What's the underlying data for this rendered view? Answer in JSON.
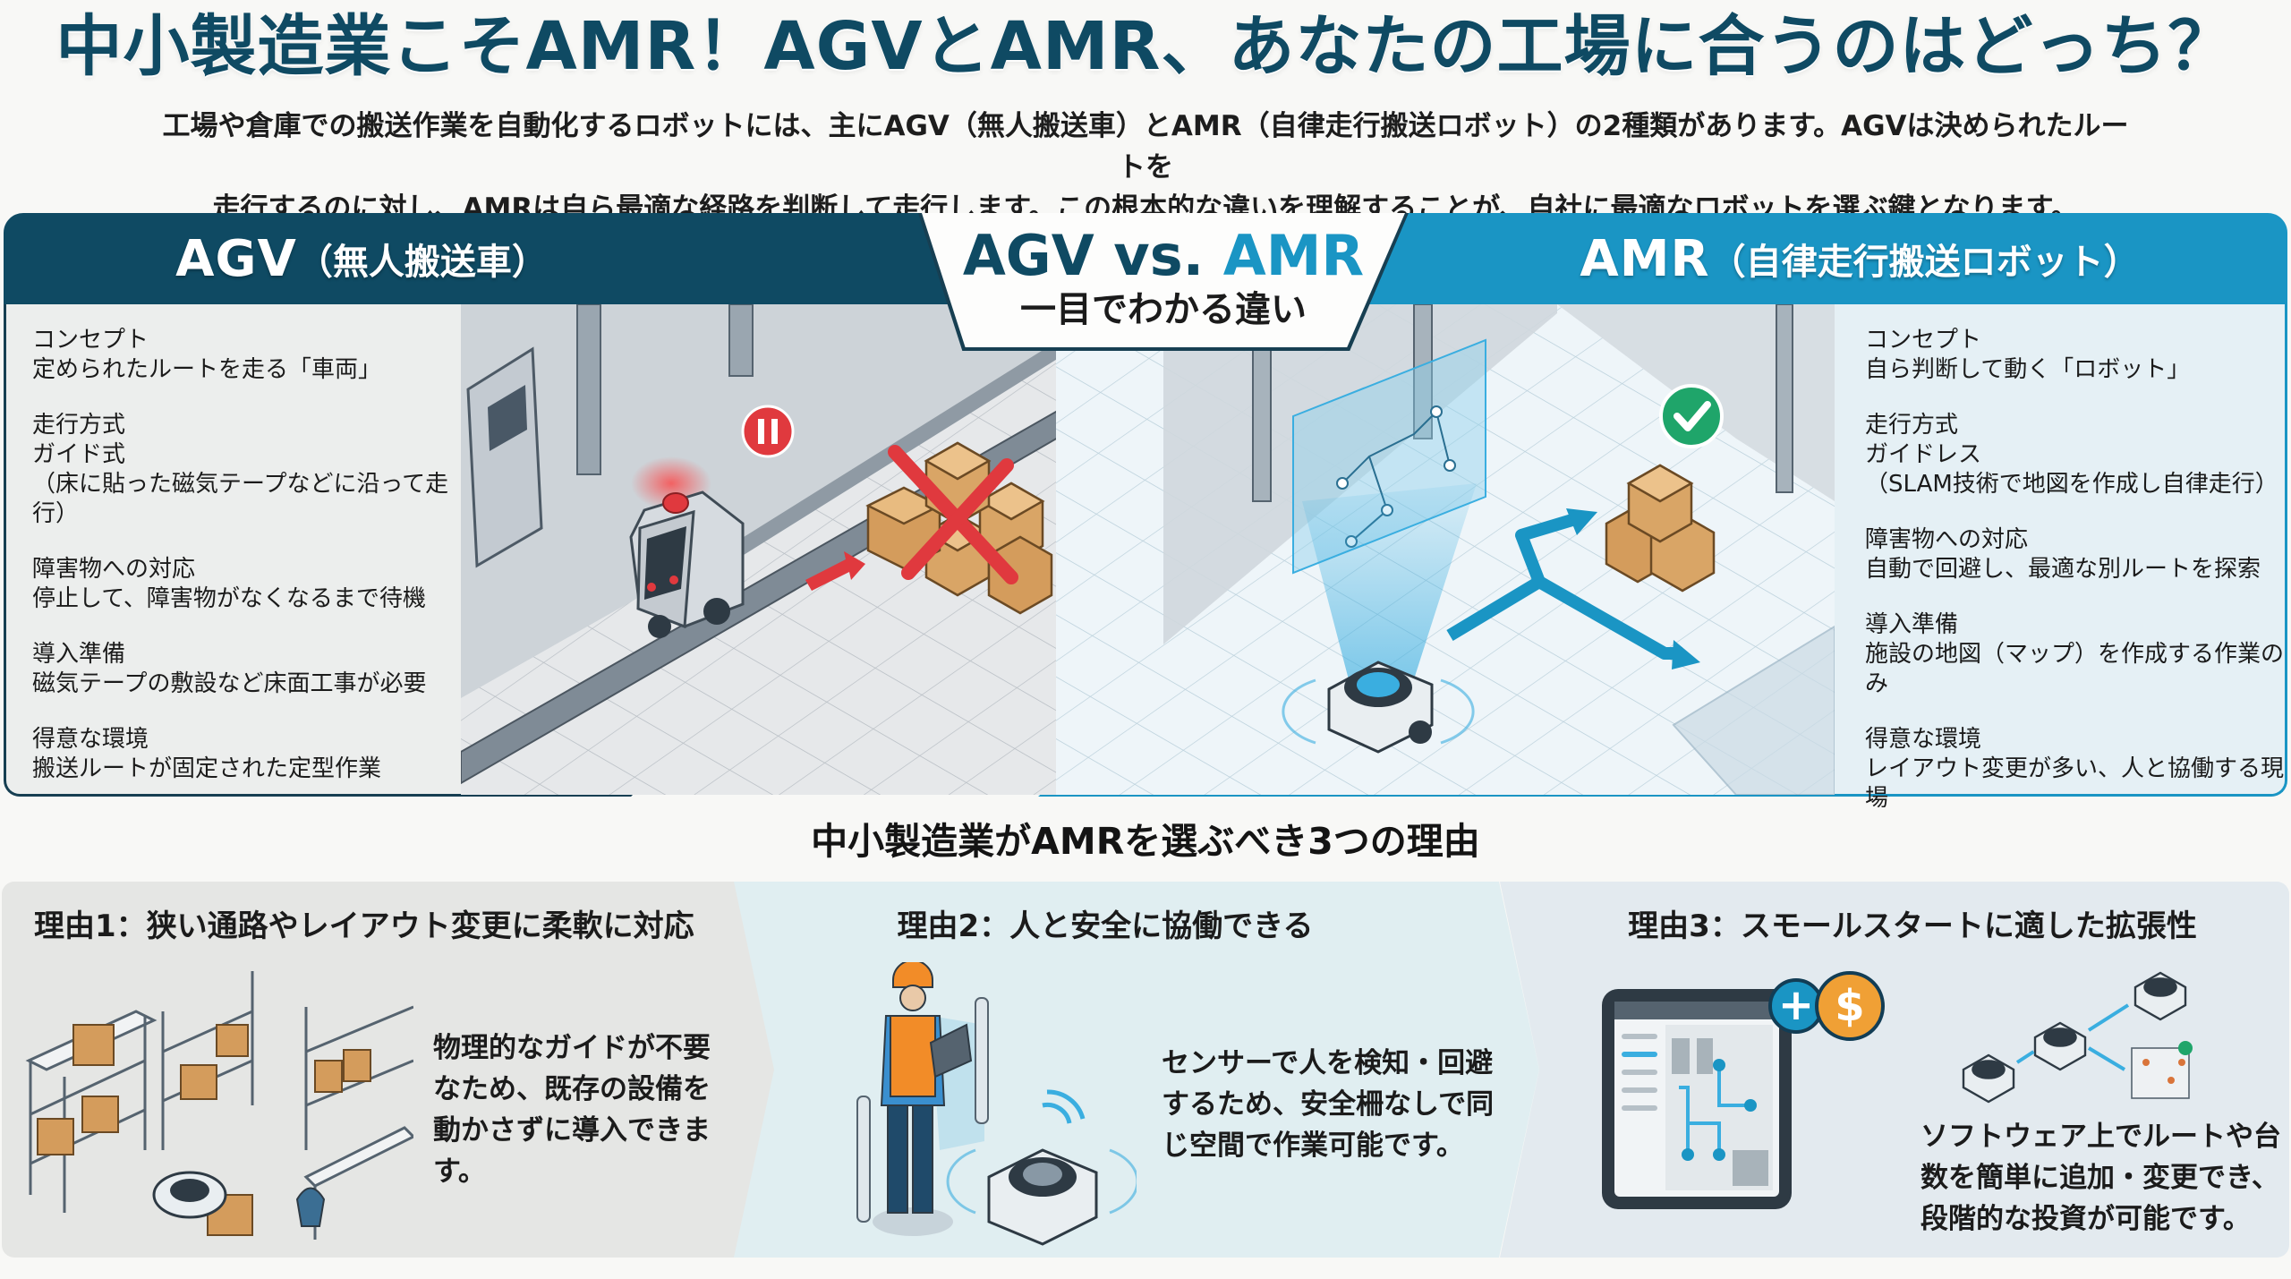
{
  "title": "中小製造業こそAMR！AGVとAMR、あなたの工場に合うのはどっち？",
  "intro": {
    "line1": "工場や倉庫での搬送作業を自動化するロボットには、主にAGV（無人搬送車）とAMR（自律走行搬送ロボット）の2種類があります。AGVは決められたルートを",
    "line2": "走行するのに対し、AMRは自ら最適な経路を判断して走行します。この根本的な違いを理解することが、自社に最適なロボットを選ぶ鍵となります。"
  },
  "compare": {
    "badge": {
      "agv": "AGV",
      "vs": " vs. ",
      "amr": "AMR",
      "subtitle": "一目でわかる違い"
    },
    "agv": {
      "header_main": "AGV",
      "header_sub": "（無人搬送車）",
      "specs": [
        {
          "label": "コンセプト",
          "lines": [
            "定められたルートを走る「車両」"
          ]
        },
        {
          "label": "走行方式",
          "lines": [
            "ガイド式",
            "（床に貼った磁気テープなどに沿って走行）"
          ]
        },
        {
          "label": "障害物への対応",
          "lines": [
            "停止して、障害物がなくなるまで待機"
          ]
        },
        {
          "label": "導入準備",
          "lines": [
            "磁気テープの敷設など床面工事が必要"
          ]
        },
        {
          "label": "得意な環境",
          "lines": [
            "搬送ルートが固定された定型作業"
          ]
        }
      ],
      "illustration": {
        "status_icon": "pause-icon",
        "obstacle_icon": "blocked-x-icon"
      }
    },
    "amr": {
      "header_main": "AMR",
      "header_sub": "（自律走行搬送ロボット）",
      "specs": [
        {
          "label": "コンセプト",
          "lines": [
            "自ら判断して動く「ロボット」"
          ]
        },
        {
          "label": "走行方式",
          "lines": [
            "ガイドレス",
            "（SLAM技術で地図を作成し自律走行）"
          ]
        },
        {
          "label": "障害物への対応",
          "lines": [
            "自動で回避し、最適な別ルートを探索"
          ]
        },
        {
          "label": "導入準備",
          "lines": [
            "施設の地図（マップ）を作成する作業のみ"
          ]
        },
        {
          "label": "得意な環境",
          "lines": [
            "レイアウト変更が多い、人と協働する現場"
          ]
        }
      ],
      "illustration": {
        "status_icon": "check-icon"
      }
    }
  },
  "reasons": {
    "title": "中小製造業がAMRを選ぶべき3つの理由",
    "cards": [
      {
        "title": "理由1：狭い通路やレイアウト変更に柔軟に対応",
        "lines": [
          "物理的なガイドが不要",
          "なため、既存の設備を",
          "動かさずに導入できま",
          "す。"
        ]
      },
      {
        "title": "理由2：人と安全に協働できる",
        "lines": [
          "センサーで人を検知・回避",
          "するため、安全柵なしで同",
          "じ空間で作業可能です。"
        ]
      },
      {
        "title": "理由3：スモールスタートに適した拡張性",
        "lines": [
          "ソフトウェア上でルートや台",
          "数を簡単に追加・変更でき、",
          "段階的な投資が可能です。"
        ],
        "icons": {
          "add": "+",
          "cost": "$"
        }
      }
    ]
  },
  "colors": {
    "agv_primary": "#0f4a63",
    "amr_primary": "#1a95c4",
    "alert_red": "#e0393e",
    "ok_green": "#1fa56a",
    "box_tan": "#d9a566",
    "coin_orange": "#f0a035"
  }
}
